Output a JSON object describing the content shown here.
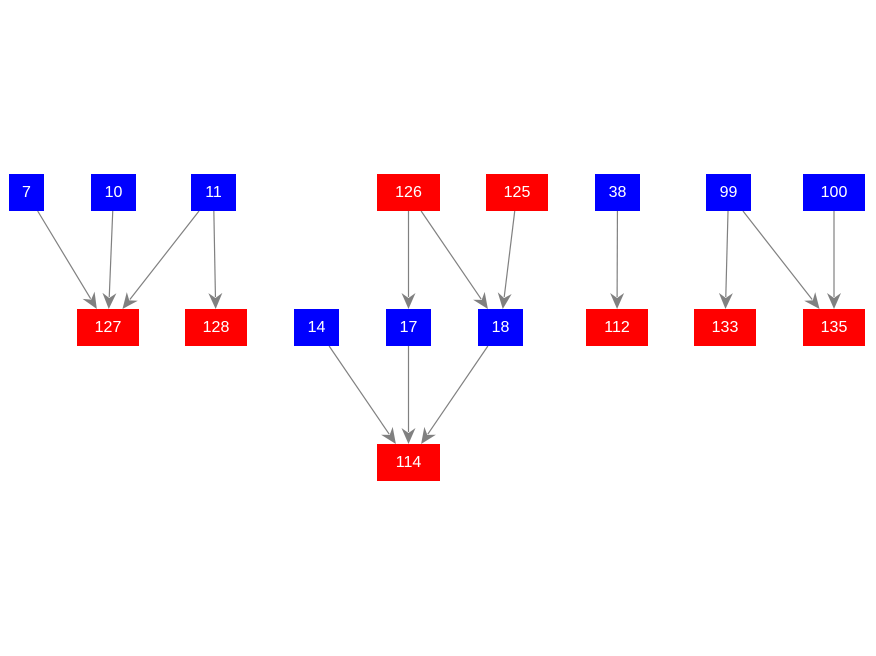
{
  "colors": {
    "source": "#0000ff",
    "target": "#ff0000",
    "edge": "#808080",
    "label": "#ffffff"
  },
  "nodes": [
    {
      "id": "7",
      "label": "7",
      "type": "source"
    },
    {
      "id": "10",
      "label": "10",
      "type": "source"
    },
    {
      "id": "11",
      "label": "11",
      "type": "source"
    },
    {
      "id": "126",
      "label": "126",
      "type": "target"
    },
    {
      "id": "125",
      "label": "125",
      "type": "target"
    },
    {
      "id": "38",
      "label": "38",
      "type": "source"
    },
    {
      "id": "99",
      "label": "99",
      "type": "source"
    },
    {
      "id": "100",
      "label": "100",
      "type": "source"
    },
    {
      "id": "127",
      "label": "127",
      "type": "target"
    },
    {
      "id": "128",
      "label": "128",
      "type": "target"
    },
    {
      "id": "14",
      "label": "14",
      "type": "source"
    },
    {
      "id": "17",
      "label": "17",
      "type": "source"
    },
    {
      "id": "18",
      "label": "18",
      "type": "source"
    },
    {
      "id": "112",
      "label": "112",
      "type": "target"
    },
    {
      "id": "133",
      "label": "133",
      "type": "target"
    },
    {
      "id": "135",
      "label": "135",
      "type": "target"
    },
    {
      "id": "114",
      "label": "114",
      "type": "target"
    }
  ],
  "edges": [
    [
      "7",
      "127"
    ],
    [
      "10",
      "127"
    ],
    [
      "11",
      "127"
    ],
    [
      "11",
      "128"
    ],
    [
      "126",
      "17"
    ],
    [
      "126",
      "18"
    ],
    [
      "125",
      "18"
    ],
    [
      "38",
      "112"
    ],
    [
      "99",
      "133"
    ],
    [
      "99",
      "135"
    ],
    [
      "100",
      "135"
    ],
    [
      "14",
      "114"
    ],
    [
      "17",
      "114"
    ],
    [
      "18",
      "114"
    ]
  ]
}
